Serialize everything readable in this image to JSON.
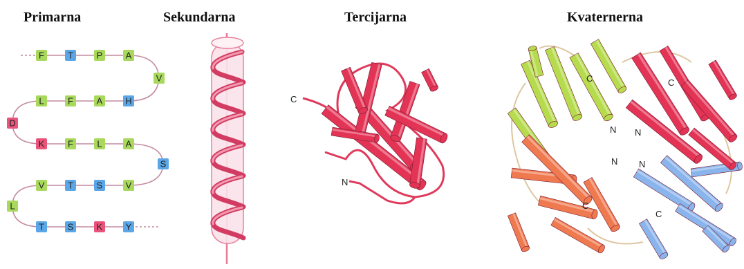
{
  "titles": {
    "primary": "Primarna",
    "secondary": "Sekundarna",
    "tertiary": "Tercijarna",
    "quaternary": "Kvaternerna"
  },
  "colors": {
    "green": "#a8d85c",
    "blue": "#5aa6e6",
    "pink": "#e8547a",
    "helix": "#ee6e8a",
    "chain_line": "#c48aa2",
    "red": "#e33456",
    "orange": "#f07a50",
    "lime": "#b6dc4e",
    "sky": "#8ab4ec"
  },
  "primary_rows": [
    [
      "F",
      "T",
      "P",
      "A"
    ],
    [
      "L",
      "F",
      "A",
      "H"
    ],
    [
      "K",
      "F",
      "L",
      "A"
    ],
    [
      "V",
      "T",
      "S",
      "V"
    ],
    [
      "T",
      "S",
      "K",
      "Y"
    ]
  ],
  "primary_row_colors": [
    [
      "green",
      "blue",
      "green",
      "green"
    ],
    [
      "green",
      "green",
      "green",
      "blue"
    ],
    [
      "pink",
      "green",
      "green",
      "green"
    ],
    [
      "green",
      "blue",
      "blue",
      "green"
    ],
    [
      "blue",
      "blue",
      "pink",
      "blue"
    ]
  ],
  "primary_turns": [
    {
      "letter": "V",
      "color": "green"
    },
    {
      "letter": "D",
      "color": "pink"
    },
    {
      "letter": "S",
      "color": "blue"
    },
    {
      "letter": "L",
      "color": "green"
    }
  ],
  "tertiary_labels": {
    "c": "C",
    "n": "N"
  },
  "quaternary_labels": [
    "C",
    "C",
    "N",
    "N",
    "N",
    "N",
    "C",
    "C"
  ]
}
